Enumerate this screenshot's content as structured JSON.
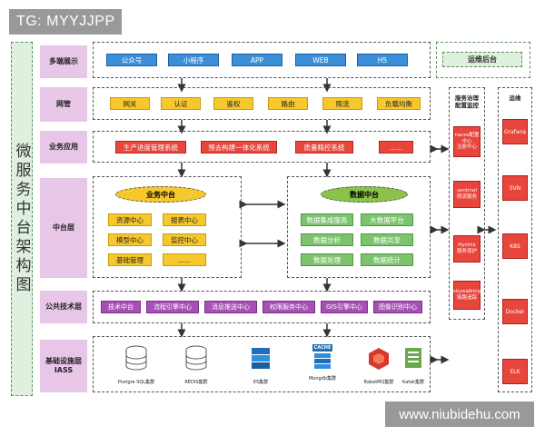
{
  "tag": "TG: MYYJJPP",
  "title": "微服务中台架构图",
  "watermark": "www.niubidehu.com",
  "layers": {
    "display": "多端展示",
    "gateway": "网管",
    "business": "业务应用",
    "middle": "中台层",
    "common": "公共技术层",
    "infra": "基础设施层\nIASS"
  },
  "display_items": [
    "公众号",
    "小程序",
    "APP",
    "WEB",
    "H5"
  ],
  "ops_backend": "运维后台",
  "gateway_items": [
    "网关",
    "认证",
    "鉴权",
    "路由",
    "限流",
    "负载均衡"
  ],
  "business_items": [
    "生产进度管理系统",
    "预去构建一体化系统",
    "质量精控系统",
    "......"
  ],
  "biz_center": {
    "title": "业务中台",
    "items": [
      "资源中心",
      "报表中心",
      "模型中心",
      "监控中心",
      "基础管理",
      "......"
    ]
  },
  "data_center": {
    "title": "数据中台",
    "items": [
      "数据集成服务",
      "大数据平台",
      "数据分析",
      "数据共享",
      "数据处理",
      "数据统计"
    ]
  },
  "common_items": [
    "技术中台",
    "流程引擎中心",
    "消息推送中心",
    "权限服务中心",
    "GIS引擎中心",
    "图像识别中心"
  ],
  "infra_items": [
    {
      "label": "Postgre SQL集群",
      "icon": "database-icon"
    },
    {
      "label": "REDIS集群",
      "icon": "database-icon"
    },
    {
      "label": "ES集群",
      "icon": "elasticsearch-icon"
    },
    {
      "label": "Mongdb集群",
      "icon": "cache-icon",
      "icon_text": "CACHE"
    },
    {
      "label": "RabatMQ集群",
      "icon": "rabbitmq-icon"
    },
    {
      "label": "Kafak集群",
      "icon": "kafka-icon"
    }
  ],
  "service_gov": {
    "title": "服务治理\n配置监控",
    "items": [
      "nacos配置\n中心\n注册中心",
      "sentinel\n限流服务",
      "Hystrix\n服务保护",
      "skywalking\n链路追踪"
    ]
  },
  "ops": {
    "title": "运维",
    "items": [
      "Grafana",
      "SVN",
      "K8S",
      "Docker",
      "ELK"
    ]
  },
  "colors": {
    "blue": "#3a8fd8",
    "yellow": "#f7c82e",
    "red": "#e8453c",
    "green": "#7dc36e",
    "purple": "#a64fb4",
    "label_bg": "#e8c6e8",
    "side_bg": "#dff0df"
  }
}
